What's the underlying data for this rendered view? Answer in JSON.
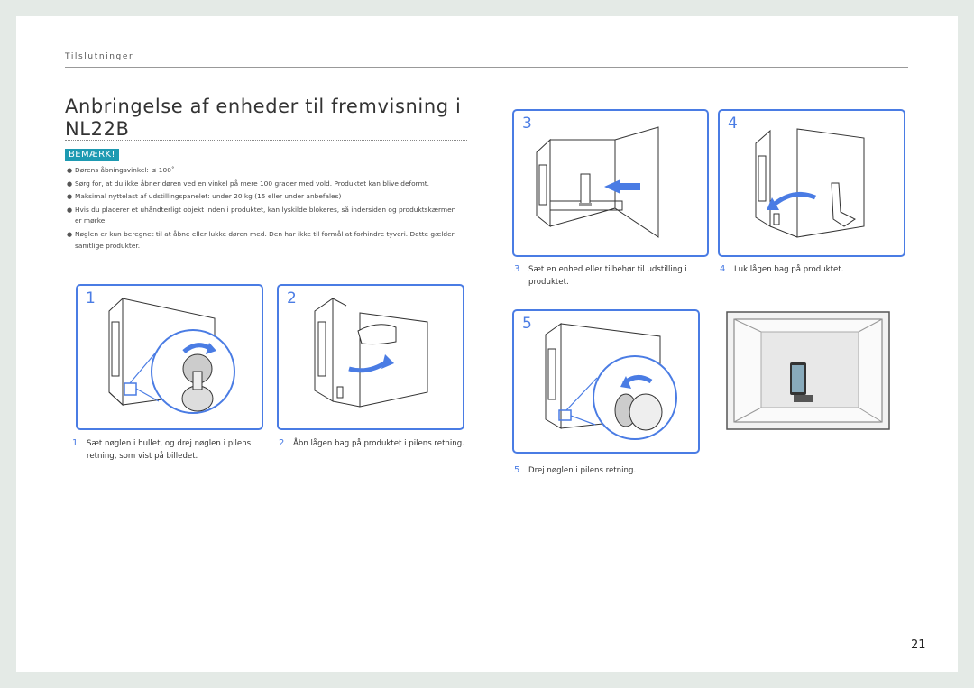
{
  "header": {
    "section": "Tilslutninger"
  },
  "title": "Anbringelse af enheder til fremvisning i NL22B",
  "note_label": "BEMÆRK!",
  "notes": [
    "Dørens åbningsvinkel: ≤ 100˚",
    "Sørg for, at du ikke åbner døren ved en vinkel på mere 100 grader med vold. Produktet kan blive deformt.",
    "Maksimal nyttelast af udstillingspanelet: under 20 kg (15 eller under anbefales)",
    "Hvis du placerer et uhåndterligt objekt inden i produktet, kan lyskilde blokeres, så indersiden og produktskærmen er mørke.",
    "Nøglen er kun beregnet til at åbne eller lukke døren med. Den har ikke til formål at forhindre tyveri. Dette gælder samtlige produkter."
  ],
  "bullet_glyph": "●",
  "steps": [
    {
      "num": "1",
      "caption": "Sæt nøglen i hullet, og drej nøglen i pilens retning, som vist på billedet."
    },
    {
      "num": "2",
      "caption": "Åbn lågen bag på produktet i pilens retning."
    },
    {
      "num": "3",
      "caption": "Sæt en enhed eller tilbehør til udstilling i produktet."
    },
    {
      "num": "4",
      "caption": "Luk lågen bag på produktet."
    },
    {
      "num": "5",
      "caption": "Drej nøglen i pilens retning."
    }
  ],
  "page_number": "21",
  "colors": {
    "accent": "#4a7ce4",
    "badge": "#1d9ab2",
    "background": "#e4eae6"
  }
}
